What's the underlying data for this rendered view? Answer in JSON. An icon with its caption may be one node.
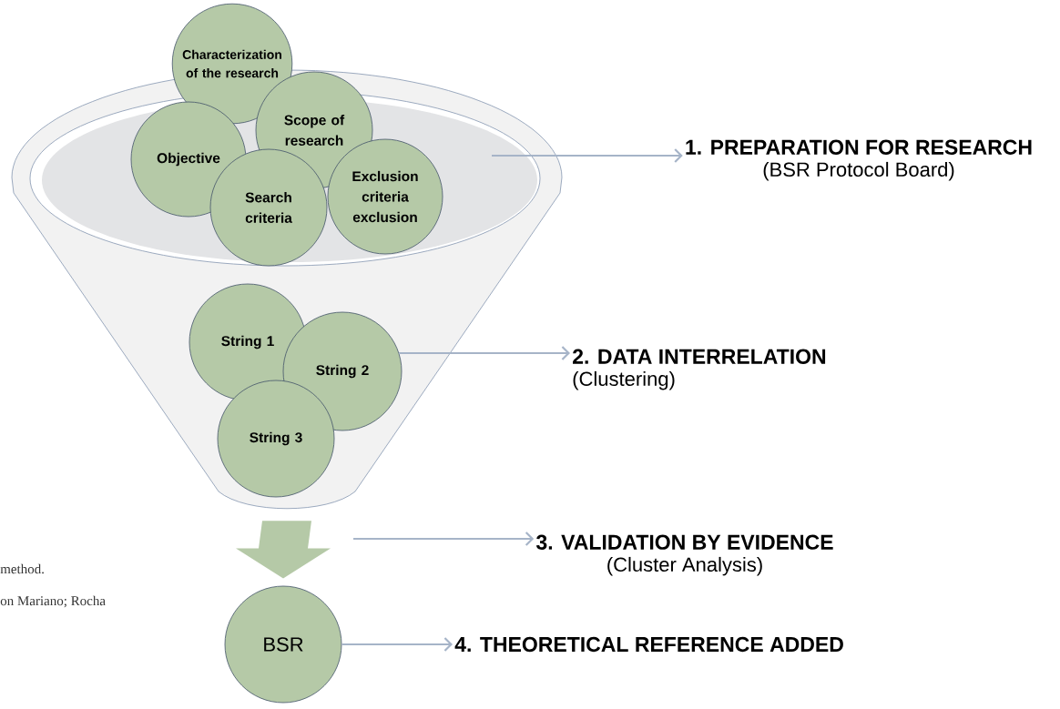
{
  "diagram": {
    "nodes": [
      {
        "text": [],
        "shape": "funnel"
      },
      {
        "text": [
          "Characterization of the research"
        ]
      },
      {
        "text": [
          "Scope of research"
        ],
        "in": 0
      },
      {
        "text": [
          "Objective"
        ],
        "in": 0
      },
      {
        "text": [
          "Search criteria"
        ],
        "in": 0
      },
      {
        "text": [
          "Exclusion criteria exclusion"
        ],
        "in": 0
      },
      {
        "text": [
          "1. PREPARATION FOR RESEARCH",
          "(BSR Protocol Board)"
        ]
      },
      {
        "text": [
          "String 1"
        ],
        "in": 0
      },
      {
        "text": [
          "String 2"
        ],
        "in": 0
      },
      {
        "text": [
          "String 3"
        ],
        "in": 0
      },
      {
        "text": [
          "2. DATA INTERRELATION",
          "(Clustering)"
        ]
      },
      {
        "text": [
          "3. VALIDATION BY EVIDENCE",
          "(Cluster Analysis)"
        ]
      },
      {
        "text": [
          "BSR"
        ]
      },
      {
        "text": [
          "4. THEORETICAL REFERENCE ADDED"
        ]
      }
    ],
    "edges": [
      {
        "from": 0,
        "to": 6,
        "arrow": "to"
      },
      {
        "from": 8,
        "to": 10,
        "arrow": "to"
      },
      {
        "from": 0,
        "to": 12,
        "arrow": "to",
        "style": "thick",
        "color": "#b5c9a7"
      },
      {
        "from": null,
        "to": 11,
        "arrow": "to"
      },
      {
        "from": 12,
        "to": 13,
        "arrow": "to"
      }
    ],
    "labels": [
      "method.",
      "on Mariano; Rocha"
    ]
  }
}
